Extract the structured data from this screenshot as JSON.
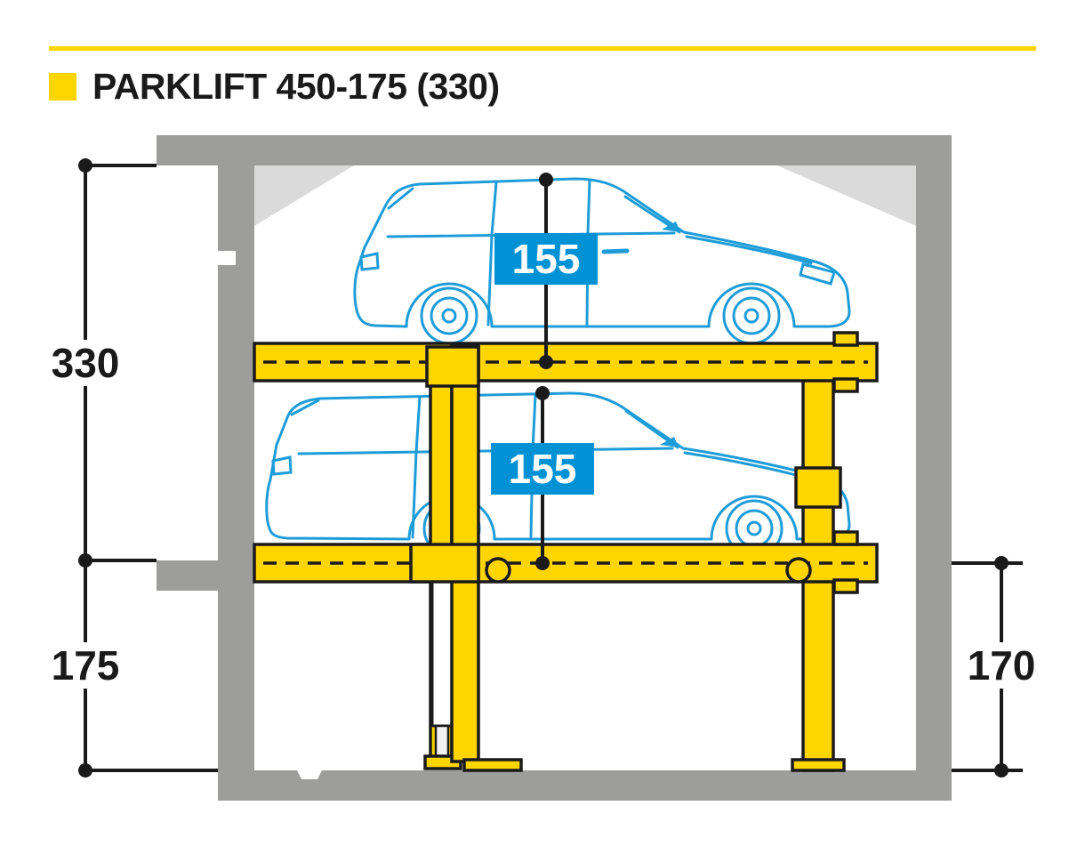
{
  "header": {
    "title": "PARKLIFT 450-175 (330)"
  },
  "labels": {
    "ceiling_height": "330",
    "pit_depth": "175",
    "right_clearance": "170",
    "upper_car_clearance": "155",
    "lower_car_clearance": "155"
  },
  "colors": {
    "accent_yellow": "#FFD500",
    "car_blue": "#1E9CD8",
    "label_blue": "#0092D5",
    "concrete_gray": "#9D9D9C",
    "concrete_light": "#DADADA",
    "ink": "#1A1A1A"
  }
}
